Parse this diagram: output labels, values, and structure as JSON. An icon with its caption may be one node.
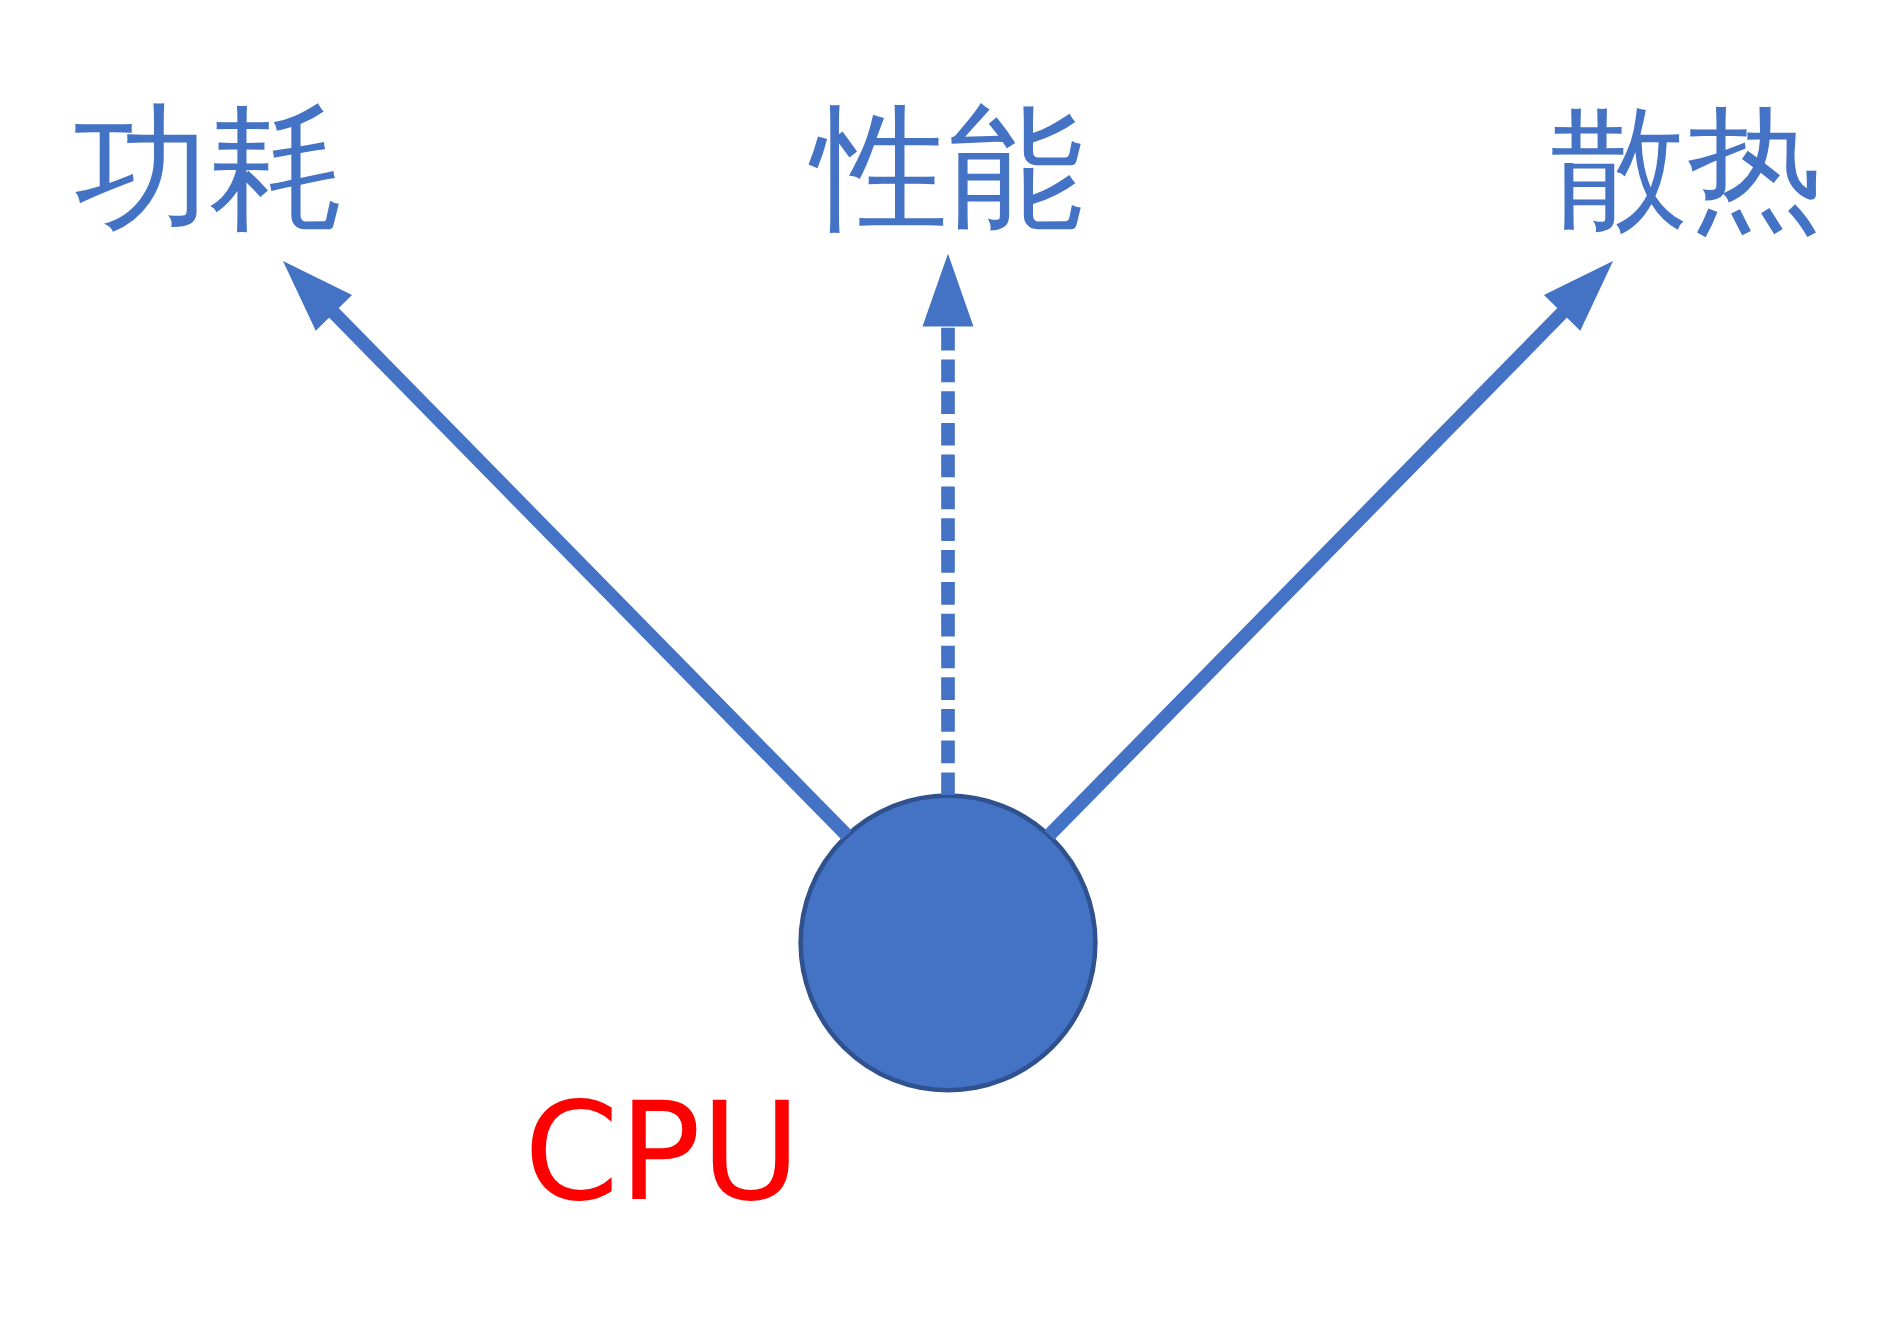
{
  "diagram": {
    "nodes": [
      {
        "text": [
          "性能"
        ]
      },
      {
        "text": [
          "功耗"
        ]
      },
      {
        "text": [
          "散热"
        ]
      },
      {
        "text": [],
        "shape": "circle",
        "beside": [
          "CPU"
        ]
      }
    ],
    "edges": [
      {
        "from": 3,
        "to": 0,
        "arrow": "to",
        "style": "dashed"
      },
      {
        "from": 3,
        "to": 1,
        "arrow": "to"
      },
      {
        "from": 3,
        "to": 2,
        "arrow": "to"
      }
    ]
  }
}
